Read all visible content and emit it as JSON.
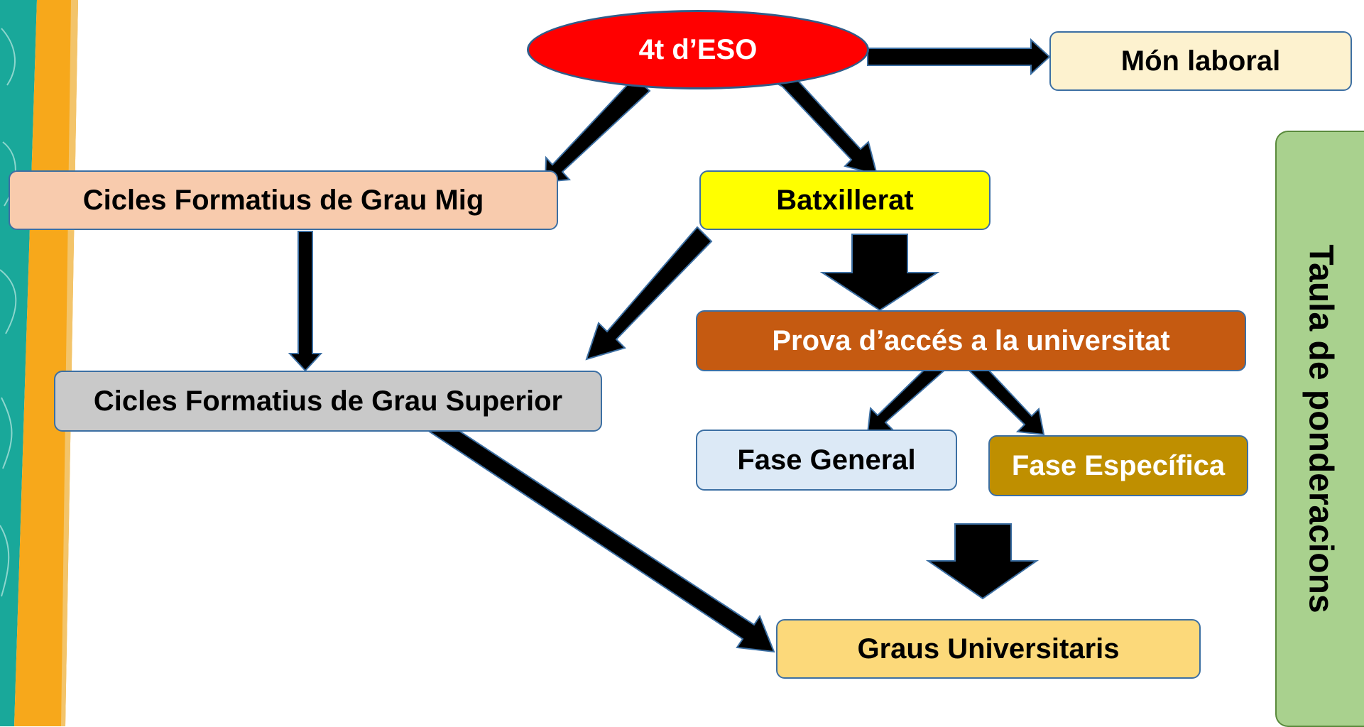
{
  "nodes": {
    "eso": "4t d’ESO",
    "mon_laboral": "Món laboral",
    "cicles_grau_mig": "Cicles Formatius de Grau Mig",
    "batxillerat": "Batxillerat",
    "prova_acces": "Prova d’accés a la universitat",
    "cicles_grau_superior": "Cicles Formatius de Grau Superior",
    "fase_general": "Fase General",
    "fase_especifica": "Fase Específica",
    "graus_universitaris": "Graus Universitaris"
  },
  "side_panel": {
    "label": "Taula de ponderacions"
  },
  "colors": {
    "eso": "#ff0000",
    "mon_laboral": "#fdf2cf",
    "cicles_grau_mig": "#f8cbad",
    "batxillerat": "#ffff00",
    "prova_acces": "#c55a11",
    "cicles_grau_superior": "#c9c9c9",
    "fase_general": "#dce9f6",
    "fase_especifica": "#bf8f00",
    "graus_universitaris": "#fcd97a",
    "side_panel": "#a9d18e",
    "decor_teal": "#19a89a",
    "decor_orange": "#f7a81b"
  }
}
